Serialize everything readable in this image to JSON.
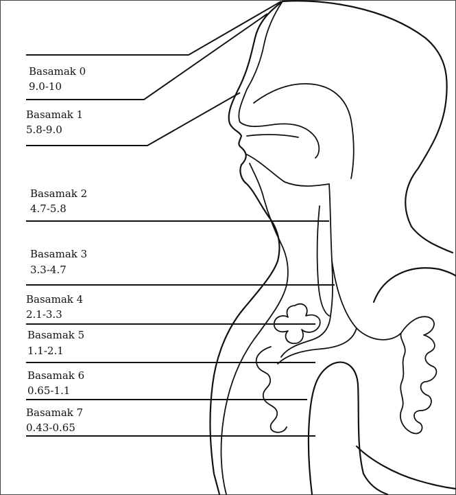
{
  "stages": [
    {
      "label": "Basamak 0",
      "range": "9.0-10"
    },
    {
      "label": "Basamak 1",
      "range": "5.8-9.0"
    },
    {
      "label": "Basamak 2",
      "range": "4.7-5.8"
    },
    {
      "label": "Basamak 3",
      "range": "3.3-4.7"
    },
    {
      "label": "Basamak 4",
      "range": "2.1-3.3"
    },
    {
      "label": "Basamak 5",
      "range": "1.1-2.1"
    },
    {
      "label": "Basamak 6",
      "range": "0.65-1.1"
    },
    {
      "label": "Basamak 7",
      "range": "0.43-0.65"
    }
  ]
}
